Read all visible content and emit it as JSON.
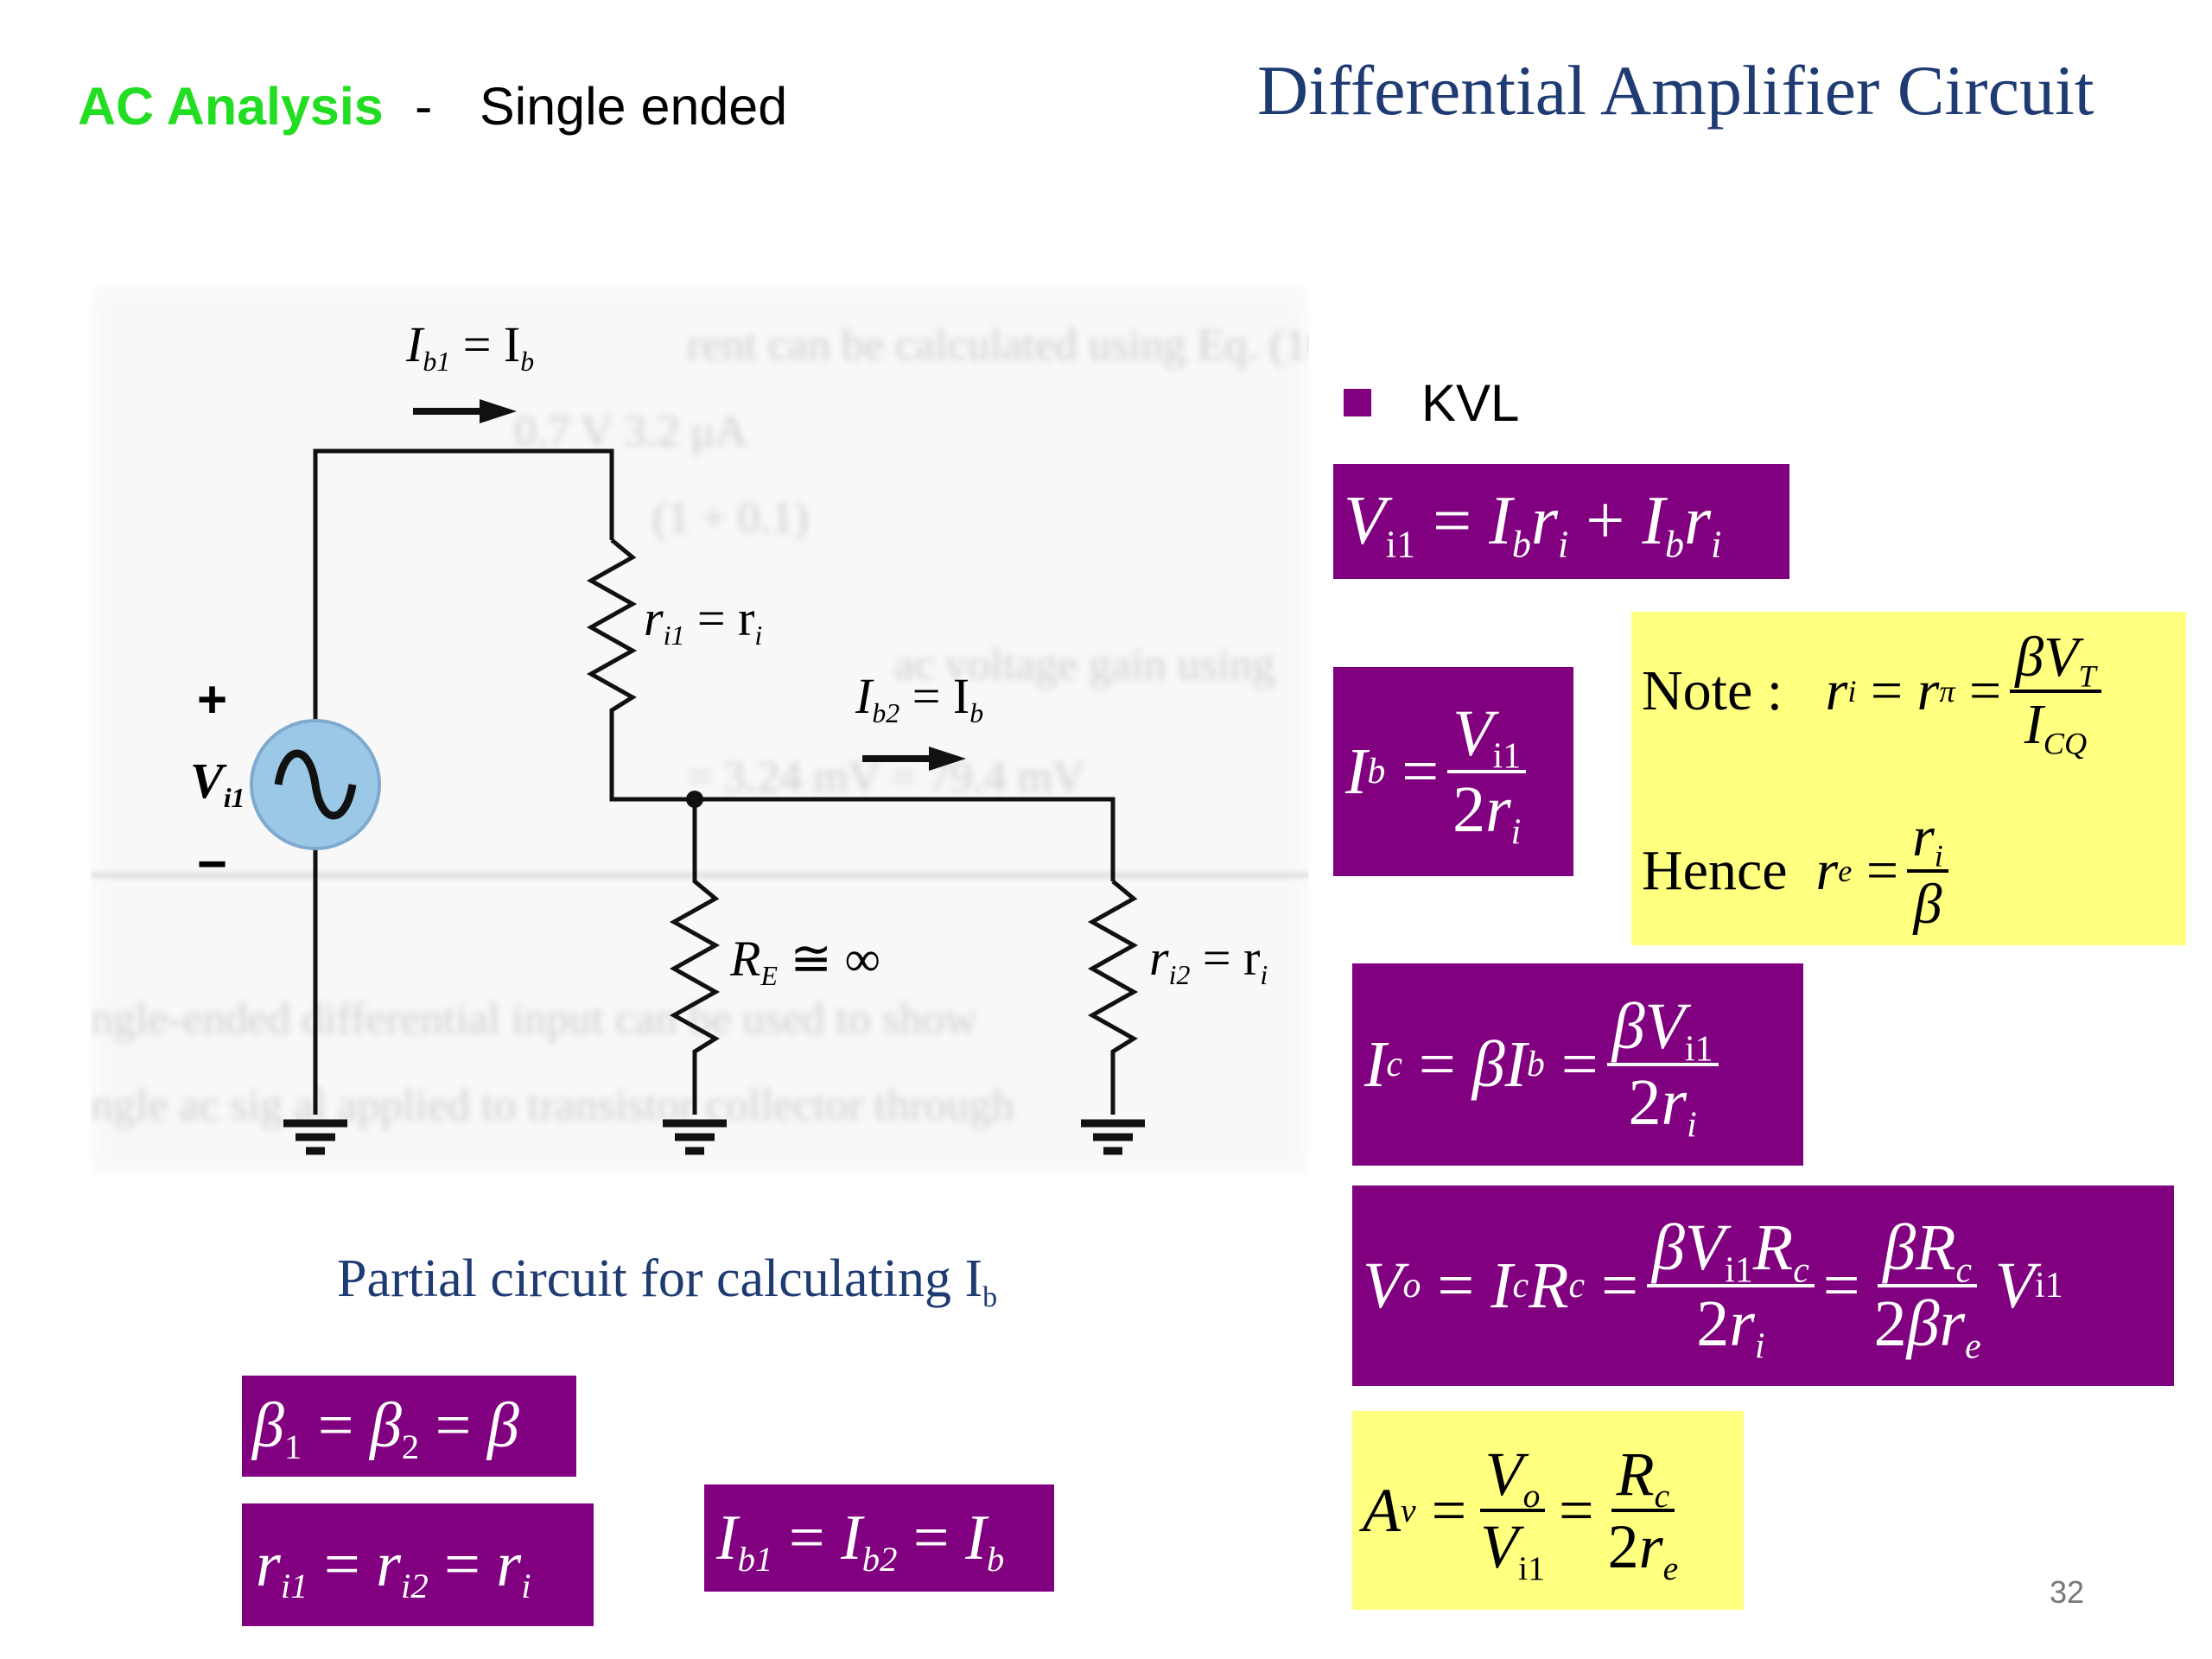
{
  "header": {
    "ac_analysis": "AC Analysis",
    "dash": "-",
    "single_ended": "Single ended",
    "title": "Differential Amplifier Circuit",
    "ac_color": "#22dd22",
    "title_color": "#1f3b73"
  },
  "circuit": {
    "ib1_label": "I",
    "ib1_sub": "b1",
    "ib1_rhs": "= I",
    "ib1_rhs_sub": "b",
    "ri1_label": "r",
    "ri1_sub": "i1",
    "ri1_rhs": "= r",
    "ri1_rhs_sub": "i",
    "ib2_label": "I",
    "ib2_sub": "b2",
    "ib2_rhs": "= I",
    "ib2_rhs_sub": "b",
    "re_label": "R",
    "re_sub": "E",
    "re_rhs": "≅ ∞",
    "ri2_label": "r",
    "ri2_sub": "i2",
    "ri2_rhs": "= r",
    "ri2_rhs_sub": "i",
    "plus": "+",
    "minus": "−",
    "vi1_label": "V",
    "vi1_sub": "i1",
    "caption": "Partial circuit for calculating I",
    "caption_sub": "b"
  },
  "kvl": {
    "bullet_label": "KVL",
    "bullet_color": "#800080"
  },
  "eqs": {
    "beta": {
      "b1": "β",
      "s1": "1",
      "eq1": "=",
      "b2": "β",
      "s2": "2",
      "eq2": "=",
      "b3": "β"
    },
    "r": {
      "r1": "r",
      "s1": "i1",
      "eq1": "=",
      "r2": "r",
      "s2": "i2",
      "eq2": "=",
      "r3": "r",
      "s3": "i"
    },
    "ib": {
      "i1": "I",
      "s1": "b1",
      "eq1": "=",
      "i2": "I",
      "s2": "b2",
      "eq2": "=",
      "i3": "I",
      "s3": "b"
    },
    "vi": {
      "lhs": "V",
      "lhs_sub": "i1",
      "eq": "=",
      "t1": "I",
      "t1s": "b",
      "t1r": "r",
      "t1rs": "i",
      "plus": "+",
      "t2": "I",
      "t2s": "b",
      "t2r": "r",
      "t2rs": "i"
    },
    "ibf": {
      "lhs": "I",
      "lhs_sub": "b",
      "eq": "=",
      "num": "V",
      "num_sub": "i1",
      "den_coef": "2",
      "den": "r",
      "den_sub": "i"
    },
    "note": {
      "note": "Note :",
      "ri": "r",
      "ri_sub": "i",
      "eq1": "=",
      "rpi": "r",
      "rpi_sub": "π",
      "eq2": "=",
      "num_beta": "β",
      "num_v": "V",
      "num_sub": "T",
      "den": "I",
      "den_sub": "CQ",
      "hence": "Hence",
      "re": "r",
      "re_sub": "e",
      "eq3": "=",
      "num2": "r",
      "num2_sub": "i",
      "den2": "β"
    },
    "ic": {
      "lhs": "I",
      "lhs_sub": "c",
      "eq1": "=",
      "mid": "βI",
      "mid_sub": "b",
      "eq2": "=",
      "num": "βV",
      "num_sub": "i1",
      "den_coef": "2",
      "den": "r",
      "den_sub": "i"
    },
    "vo": {
      "lhs": "V",
      "lhs_sub": "o",
      "eq1": "=",
      "mid": "I",
      "mid_sub": "c",
      "mid2": "R",
      "mid2_sub": "c",
      "eq2": "=",
      "f1_num": "βV",
      "f1_num_sub": "i1",
      "f1_num2": "R",
      "f1_num2_sub": "c",
      "f1_den_coef": "2",
      "f1_den": "r",
      "f1_den_sub": "i",
      "eq3": "=",
      "f2_num": "βR",
      "f2_num_sub": "c",
      "f2_den_coef": "2",
      "f2_den": "βr",
      "f2_den_sub": "e",
      "tail": "V",
      "tail_sub": "i1"
    },
    "av": {
      "lhs": "A",
      "lhs_sub": "v",
      "eq1": "=",
      "num1": "V",
      "num1_sub": "o",
      "den1": "V",
      "den1_sub": "i1",
      "eq2": "=",
      "num2": "R",
      "num2_sub": "c",
      "den2_coef": "2",
      "den2": "r",
      "den2_sub": "e"
    }
  },
  "page_number": "32",
  "colors": {
    "purple_box": "#800080",
    "yellow_box": "#ffff80",
    "source_fill": "#9cc8e8"
  }
}
